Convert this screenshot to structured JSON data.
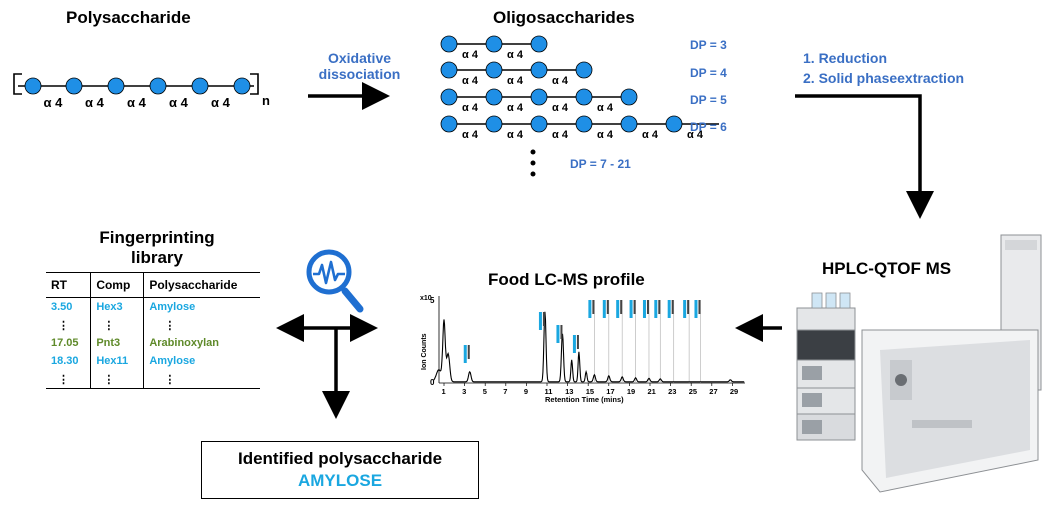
{
  "polysaccharide": {
    "title": "Polysaccharide",
    "bond_label": "α 4",
    "repeat_label": "n"
  },
  "step1": {
    "line1": "Oxidative",
    "line2": "dissociation"
  },
  "oligosaccharides": {
    "title": "Oligosaccharides",
    "rows": [
      {
        "dp": "DP = 3"
      },
      {
        "dp": "DP = 4"
      },
      {
        "dp": "DP = 5"
      },
      {
        "dp": "DP = 6"
      }
    ],
    "dp_range": "DP = 7 - 21",
    "bond_label": "α 4"
  },
  "steps": {
    "items": [
      "1.   Reduction",
      "2.   Solid phaseextraction"
    ]
  },
  "instrument": {
    "title": "HPLC-QTOF MS"
  },
  "profile": {
    "title": "Food LC-MS profile",
    "ylabel": "Ion Counts",
    "xlabel": "Retention Time (mins)",
    "exponent": "x10",
    "ytick_top": "5",
    "ytick_zero": "0",
    "xticks": [
      "1",
      "3",
      "5",
      "7",
      "9",
      "11",
      "13",
      "15",
      "17",
      "19",
      "21",
      "23",
      "25",
      "27",
      "29"
    ]
  },
  "library": {
    "title_line1": "Fingerprinting",
    "title_line2": "library",
    "headers": [
      "RT",
      "Comp",
      "Polysaccharide"
    ],
    "rows": [
      {
        "rt": "3.50",
        "comp": "Hex3",
        "poly": "Amylose",
        "color": "#1aa7e0"
      },
      {
        "rt": "⋮",
        "comp": "⋮",
        "poly": "⋮",
        "color": "#000000"
      },
      {
        "rt": "17.05",
        "comp": "Pnt3",
        "poly": "Arabinoxylan",
        "color": "#5f8a2a"
      },
      {
        "rt": "18.30",
        "comp": "Hex11",
        "poly": "Amylose",
        "color": "#1aa7e0"
      },
      {
        "rt": "⋮",
        "comp": "⋮",
        "poly": "⋮",
        "color": "#000000"
      }
    ]
  },
  "result": {
    "label": "Identified polysaccharide",
    "value": "AMYLOSE"
  },
  "colors": {
    "node": "#1f8fe6",
    "label_blue": "#3a6fc4",
    "accent_cyan": "#1aa7e0",
    "green": "#5f8a2a"
  },
  "icons": [
    "magnifier-waveform-icon",
    "arrow-icon"
  ]
}
